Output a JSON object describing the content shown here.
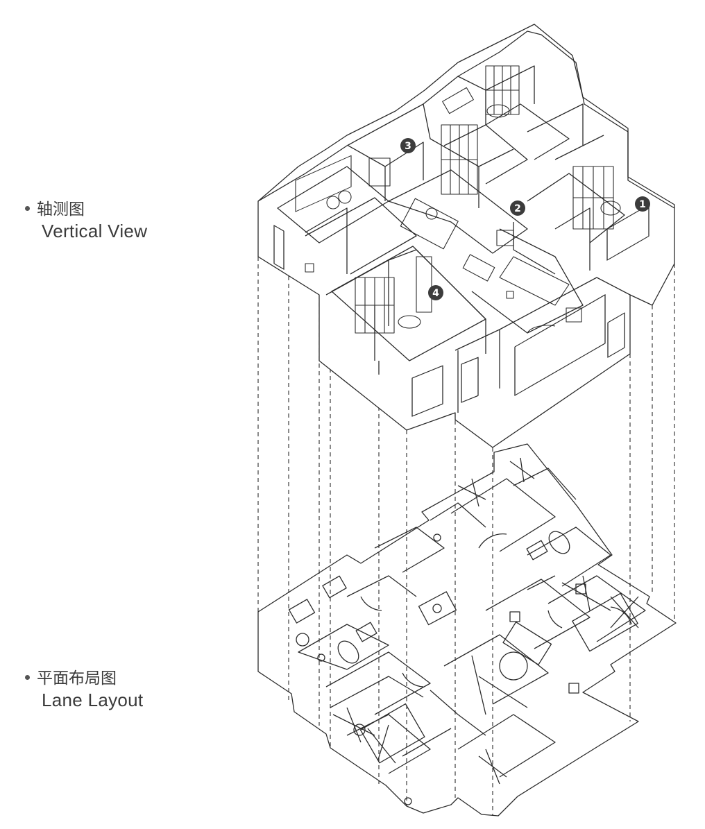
{
  "labels": {
    "axonometric": {
      "cn": "轴测图",
      "en": "Vertical View"
    },
    "plan": {
      "cn": "平面布局图",
      "en": "Lane Layout"
    }
  },
  "markers": [
    "1",
    "2",
    "3",
    "4"
  ],
  "colors": {
    "line": "#2b2b2b",
    "text": "#3a3a3a",
    "marker": "#3c3c3c",
    "fill": "#ffffff"
  }
}
